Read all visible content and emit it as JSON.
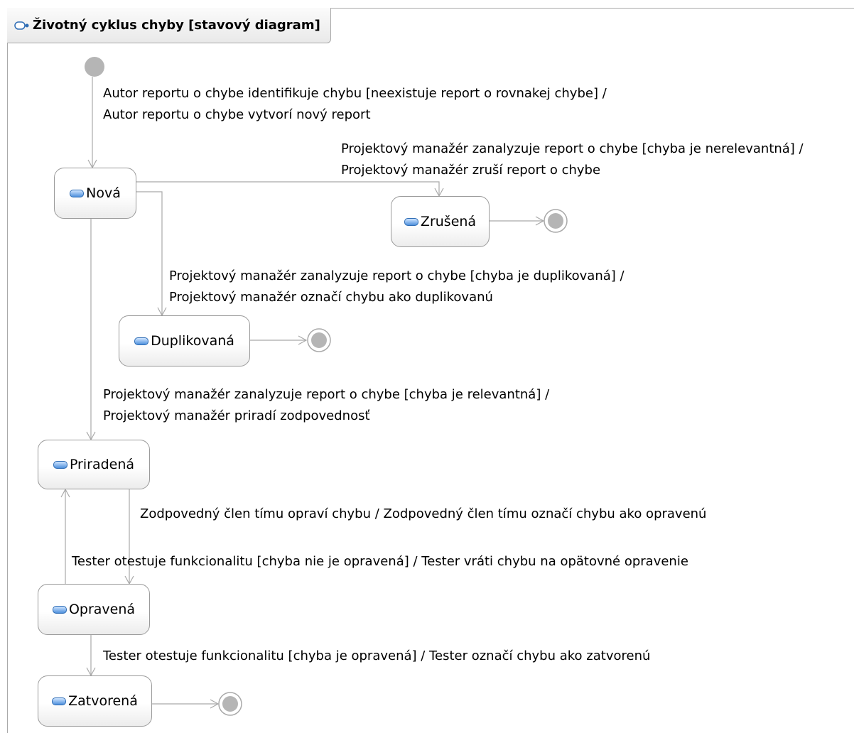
{
  "diagram": {
    "title": "Životný cyklus chyby [stavový diagram]",
    "states": [
      {
        "id": "nova",
        "label": "Nová"
      },
      {
        "id": "zrusena",
        "label": "Zrušená"
      },
      {
        "id": "duplikovana",
        "label": "Duplikovaná"
      },
      {
        "id": "priradena",
        "label": "Priradená"
      },
      {
        "id": "opravena",
        "label": "Opravená"
      },
      {
        "id": "zatvorena",
        "label": "Zatvorená"
      }
    ],
    "transitions": [
      {
        "from": "initial",
        "to": "nova",
        "label": [
          "Autor reportu o chybe identifikuje chybu [neexistuje report o rovnakej chybe] /",
          "Autor reportu o chybe vytvorí nový report"
        ]
      },
      {
        "from": "nova",
        "to": "zrusena",
        "label": [
          "Projektový manažér zanalyzuje report o chybe [chyba je nerelevantná] /",
          "Projektový manažér zruší report o chybe"
        ]
      },
      {
        "from": "nova",
        "to": "duplikovana",
        "label": [
          "Projektový manažér zanalyzuje report o chybe [chyba je duplikovaná] /",
          "Projektový manažér označí chybu ako duplikovanú"
        ]
      },
      {
        "from": "nova",
        "to": "priradena",
        "label": [
          "Projektový manažér zanalyzuje report o chybe [chyba je relevantná] /",
          "Projektový manažér priradí zodpovednosť"
        ]
      },
      {
        "from": "priradena",
        "to": "opravena",
        "label": [
          "Zodpovedný člen tímu opraví chybu / Zodpovedný člen tímu označí chybu ako opravenú"
        ]
      },
      {
        "from": "opravena",
        "to": "priradena",
        "label": [
          "Tester otestuje funkcionalitu [chyba nie je opravená] / Tester vráti chybu na opätovné opravenie"
        ]
      },
      {
        "from": "opravena",
        "to": "zatvorena",
        "label": [
          "Tester otestuje funkcionalitu [chyba je opravená] / Tester označí chybu ako zatvorenú"
        ]
      },
      {
        "from": "zrusena",
        "to": "final",
        "label": []
      },
      {
        "from": "duplikovana",
        "to": "final",
        "label": []
      },
      {
        "from": "zatvorena",
        "to": "final",
        "label": []
      }
    ],
    "colors": {
      "line": "#a9a9a9",
      "pseudostate": "#b5b5b5",
      "state_border": "#9a9a9a",
      "state_icon": "#4e90dc"
    }
  }
}
